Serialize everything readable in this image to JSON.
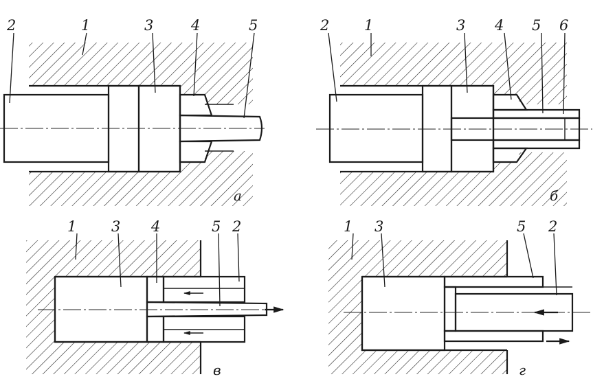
{
  "panels": [
    {
      "id": "a",
      "caption": "а",
      "labels": [
        "2",
        "1",
        "3",
        "4",
        "5"
      ]
    },
    {
      "id": "b",
      "caption": "б",
      "labels": [
        "2",
        "1",
        "3",
        "4",
        "5",
        "6"
      ]
    },
    {
      "id": "v",
      "caption": "в",
      "labels": [
        "1",
        "3",
        "4",
        "5",
        "2"
      ]
    },
    {
      "id": "g",
      "caption": "г",
      "labels": [
        "1",
        "3",
        "5",
        "2"
      ]
    }
  ],
  "colors": {
    "ink": "#1a1a1a",
    "paper": "#ffffff"
  }
}
